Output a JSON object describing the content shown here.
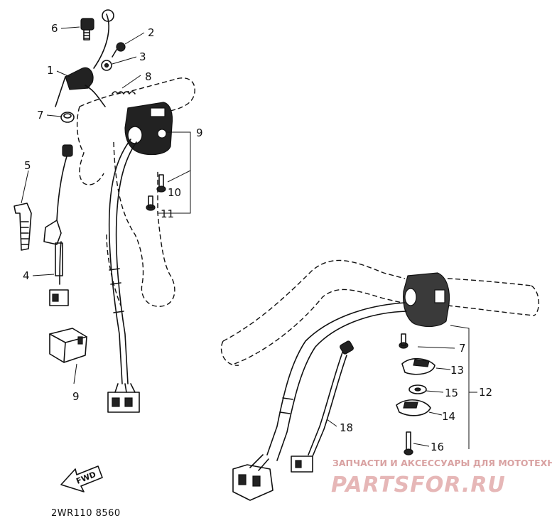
{
  "callouts": {
    "c1": "1",
    "c2": "2",
    "c3": "3",
    "c4": "4",
    "c5": "5",
    "c6": "6",
    "c7a": "7",
    "c7b": "7",
    "c8": "8",
    "c9a": "9",
    "c9b": "9",
    "c10": "10",
    "c11": "11",
    "c12": "12",
    "c13": "13",
    "c14": "14",
    "c15": "15",
    "c16": "16",
    "c18": "18"
  },
  "fwd_label": "FWD",
  "diagram_code": "2WR110 8560",
  "watermark": {
    "tagline": "ЗАПЧАСТИ И АКСЕССУАРЫ ДЛЯ МОТОТЕХНИКИ",
    "brand": "PARTSFOR.RU"
  }
}
